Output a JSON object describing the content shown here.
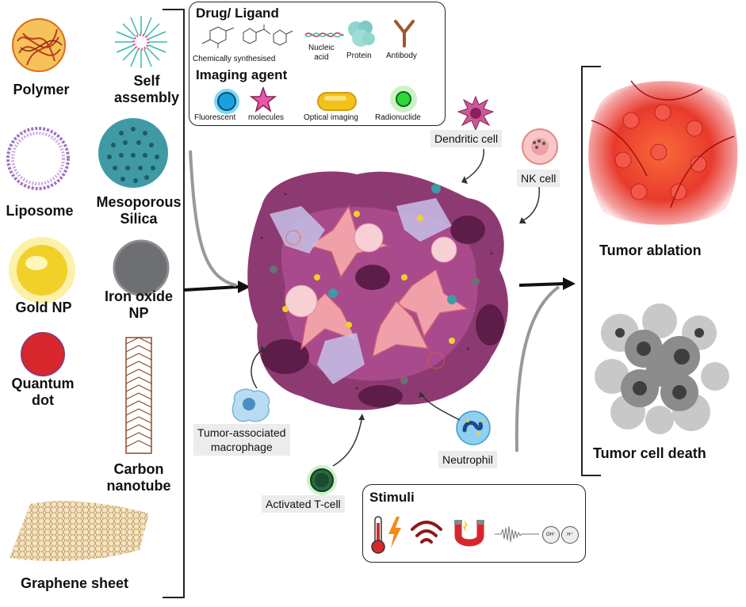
{
  "nanoparticles": {
    "polymer": "Polymer",
    "self_assembly_line1": "Self",
    "self_assembly_line2": "assembly",
    "liposome": "Liposome",
    "mesoporous_line1": "Mesoporous",
    "mesoporous_line2": "Silica",
    "gold": "Gold NP",
    "iron_line1": "Iron oxide",
    "iron_line2": "NP",
    "quantum_line1": "Quantum",
    "quantum_line2": "dot",
    "carbon_line1": "Carbon",
    "carbon_line2": "nanotube",
    "graphene": "Graphene sheet"
  },
  "payload": {
    "drug_title": "Drug/ Ligand",
    "chemically": "Chemically synthesised",
    "nucleic_line1": "Nucleic",
    "nucleic_line2": "acid",
    "protein": "Protein",
    "antibody": "Antibody",
    "imaging_title": "Imaging agent",
    "fluorescent": "Fluorescent",
    "molecules": "molecules",
    "optical": "Optical imaging",
    "radionuclide": "Radionuclide"
  },
  "cells": {
    "dendritic": "Dendritic cell",
    "nk": "NK cell",
    "macrophage_line1": "Tumor-associated",
    "macrophage_line2": "macrophage",
    "tcell": "Activated T-cell",
    "neutrophil": "Neutrophil"
  },
  "stimuli": {
    "title": "Stimuli",
    "oh": "OH⁻",
    "h": "H⁺"
  },
  "outcomes": {
    "ablation": "Tumor ablation",
    "death": "Tumor cell death"
  },
  "colors": {
    "polymer": "#e06a1e",
    "self_assembly": "#3ab8a8",
    "liposome": "#a072c0",
    "mesoporous": "#3f9aa6",
    "gold": "#f2d02a",
    "iron_oxide": "#6d6f72",
    "quantum_dot": "#d8272c",
    "tumor": "#8e3a72",
    "ablation": "#e83a2c",
    "death": "#6c6c6c"
  }
}
